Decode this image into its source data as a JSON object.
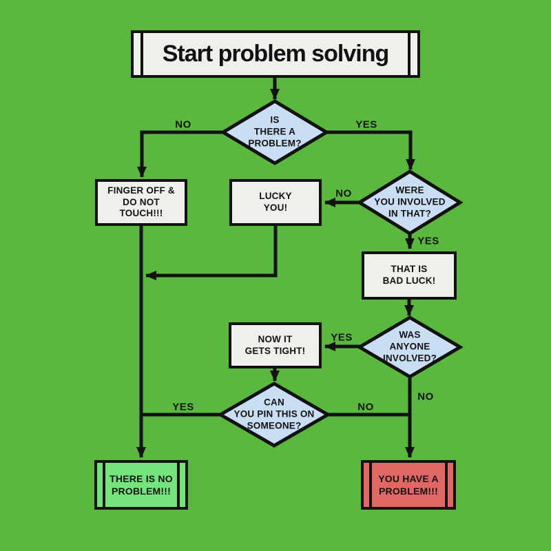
{
  "colors": {
    "background": "#5bb83e",
    "line": "#121212",
    "decision_fill": "#c9def2",
    "process_fill": "#f0efec",
    "terminal_good_fill": "#74e57c",
    "terminal_bad_fill": "#e16765",
    "text": "#121212"
  },
  "title": {
    "label": "Start problem solving"
  },
  "nodes": {
    "is_there_a_problem": {
      "type": "decision",
      "label": "IS\nTHERE A\nPROBLEM?"
    },
    "finger_off": {
      "type": "process",
      "label": "FINGER OFF &\nDO NOT\nTOUCH!!!"
    },
    "lucky_you": {
      "type": "process",
      "label": "LUCKY\nYOU!"
    },
    "were_you_involved": {
      "type": "decision",
      "label": "WERE\nYOU INVOLVED\nIN THAT?"
    },
    "bad_luck": {
      "type": "process",
      "label": "THAT IS\nBAD LUCK!"
    },
    "was_anyone_involved": {
      "type": "decision",
      "label": "WAS\nANYONE\nINVOLVED?"
    },
    "gets_tight": {
      "type": "process",
      "label": "NOW IT\nGETS TIGHT!"
    },
    "can_you_pin": {
      "type": "decision",
      "label": "CAN\nYOU PIN THIS ON\nSOMEONE?"
    },
    "no_problem": {
      "type": "terminal-good",
      "label": "THERE IS NO\nPROBLEM!!!"
    },
    "have_problem": {
      "type": "terminal-bad",
      "label": "YOU HAVE A\nPROBLEM!!!"
    }
  },
  "edge_labels": {
    "is_there_a_problem_no": "NO",
    "is_there_a_problem_yes": "YES",
    "were_you_involved_no": "NO",
    "were_you_involved_yes": "YES",
    "was_anyone_involved_yes": "YES",
    "was_anyone_involved_no": "NO",
    "can_you_pin_yes": "YES",
    "can_you_pin_no": "NO"
  }
}
